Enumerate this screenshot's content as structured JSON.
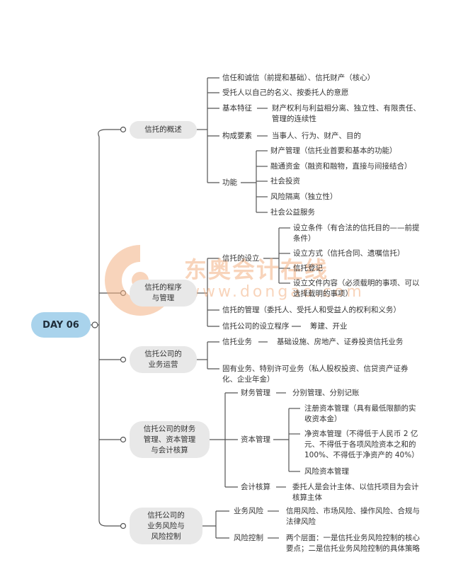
{
  "root": "DAY 06",
  "watermark": {
    "text": "东奥会计在线",
    "url": "www.dongao.com"
  },
  "branches": {
    "b1": {
      "label": "信托的概述",
      "items": {
        "i1": "信任和诚信（前提和基础）、信托财产（核心）",
        "i2": "受托人以自己的名义、按委托人的意愿",
        "i3": "基本特征",
        "i3d": "财产权利与利益相分离、独立性、有限责任、管理的连续性",
        "i4": "构成要素",
        "i4d": "当事人、行为、财产、目的",
        "i5": "功能",
        "f1": "财产管理（信托业首要和基本的功能）",
        "f2": "融通资金（融资和融物，直接与间接结合）",
        "f3": "社会投资",
        "f4": "风险隔离（独立性）",
        "f5": "社会公益服务"
      }
    },
    "b2": {
      "label": "信托的程序\n与管理",
      "items": {
        "i1": "信托的设立",
        "s1": "设立条件（有合法的信托目的——前提条件）",
        "s2": "设立方式（信托合同、遗嘱信托）",
        "s3": "信托登记",
        "s4": "设立文件内容（必须载明的事项、可以选择载明的事项）",
        "i2": "信托的管理（委托人、受托人和受益人的权利和义务）",
        "i3": "信托公司的设立程序",
        "i3d": "筹建、开业"
      }
    },
    "b3": {
      "label": "信托公司的\n业务运营",
      "items": {
        "i1": "信托业务",
        "i1d": "基础设施、房地产、证券投资信托业务",
        "i2": "固有业务、特别许可业务（私人股权投资、信贷资产证券化、企业年金）"
      }
    },
    "b4": {
      "label": "信托公司的财务\n管理、资本管理\n与会计核算",
      "items": {
        "i1": "财务管理",
        "i1d": "分别管理、分别记账",
        "i2": "资本管理",
        "c1": "注册资本管理（具有最低限额的实收资本金）",
        "c2": "净资本管理（不得低于人民币 2 亿元、不得低于各项风险资本之和的 100%、不得低于净资产的 40%）",
        "c3": "风险资本管理",
        "i3": "会计核算",
        "i3d": "委托人是会计主体、以信托项目为会计核算主体"
      }
    },
    "b5": {
      "label": "信托公司的\n业务风险与\n风险控制",
      "items": {
        "i1": "业务风险",
        "i1d": "信用风险、市场风险、操作风险、合规与法律风险",
        "i2": "风险控制",
        "i2d": "两个层面：一是信托业务风险控制的核心要点；二是信托业务风险控制的具体策略"
      }
    }
  },
  "colors": {
    "root_fill": "#a9d3ec",
    "node_fill": "#e8e8e8",
    "line": "#555555",
    "watermark": "#f3b184"
  }
}
